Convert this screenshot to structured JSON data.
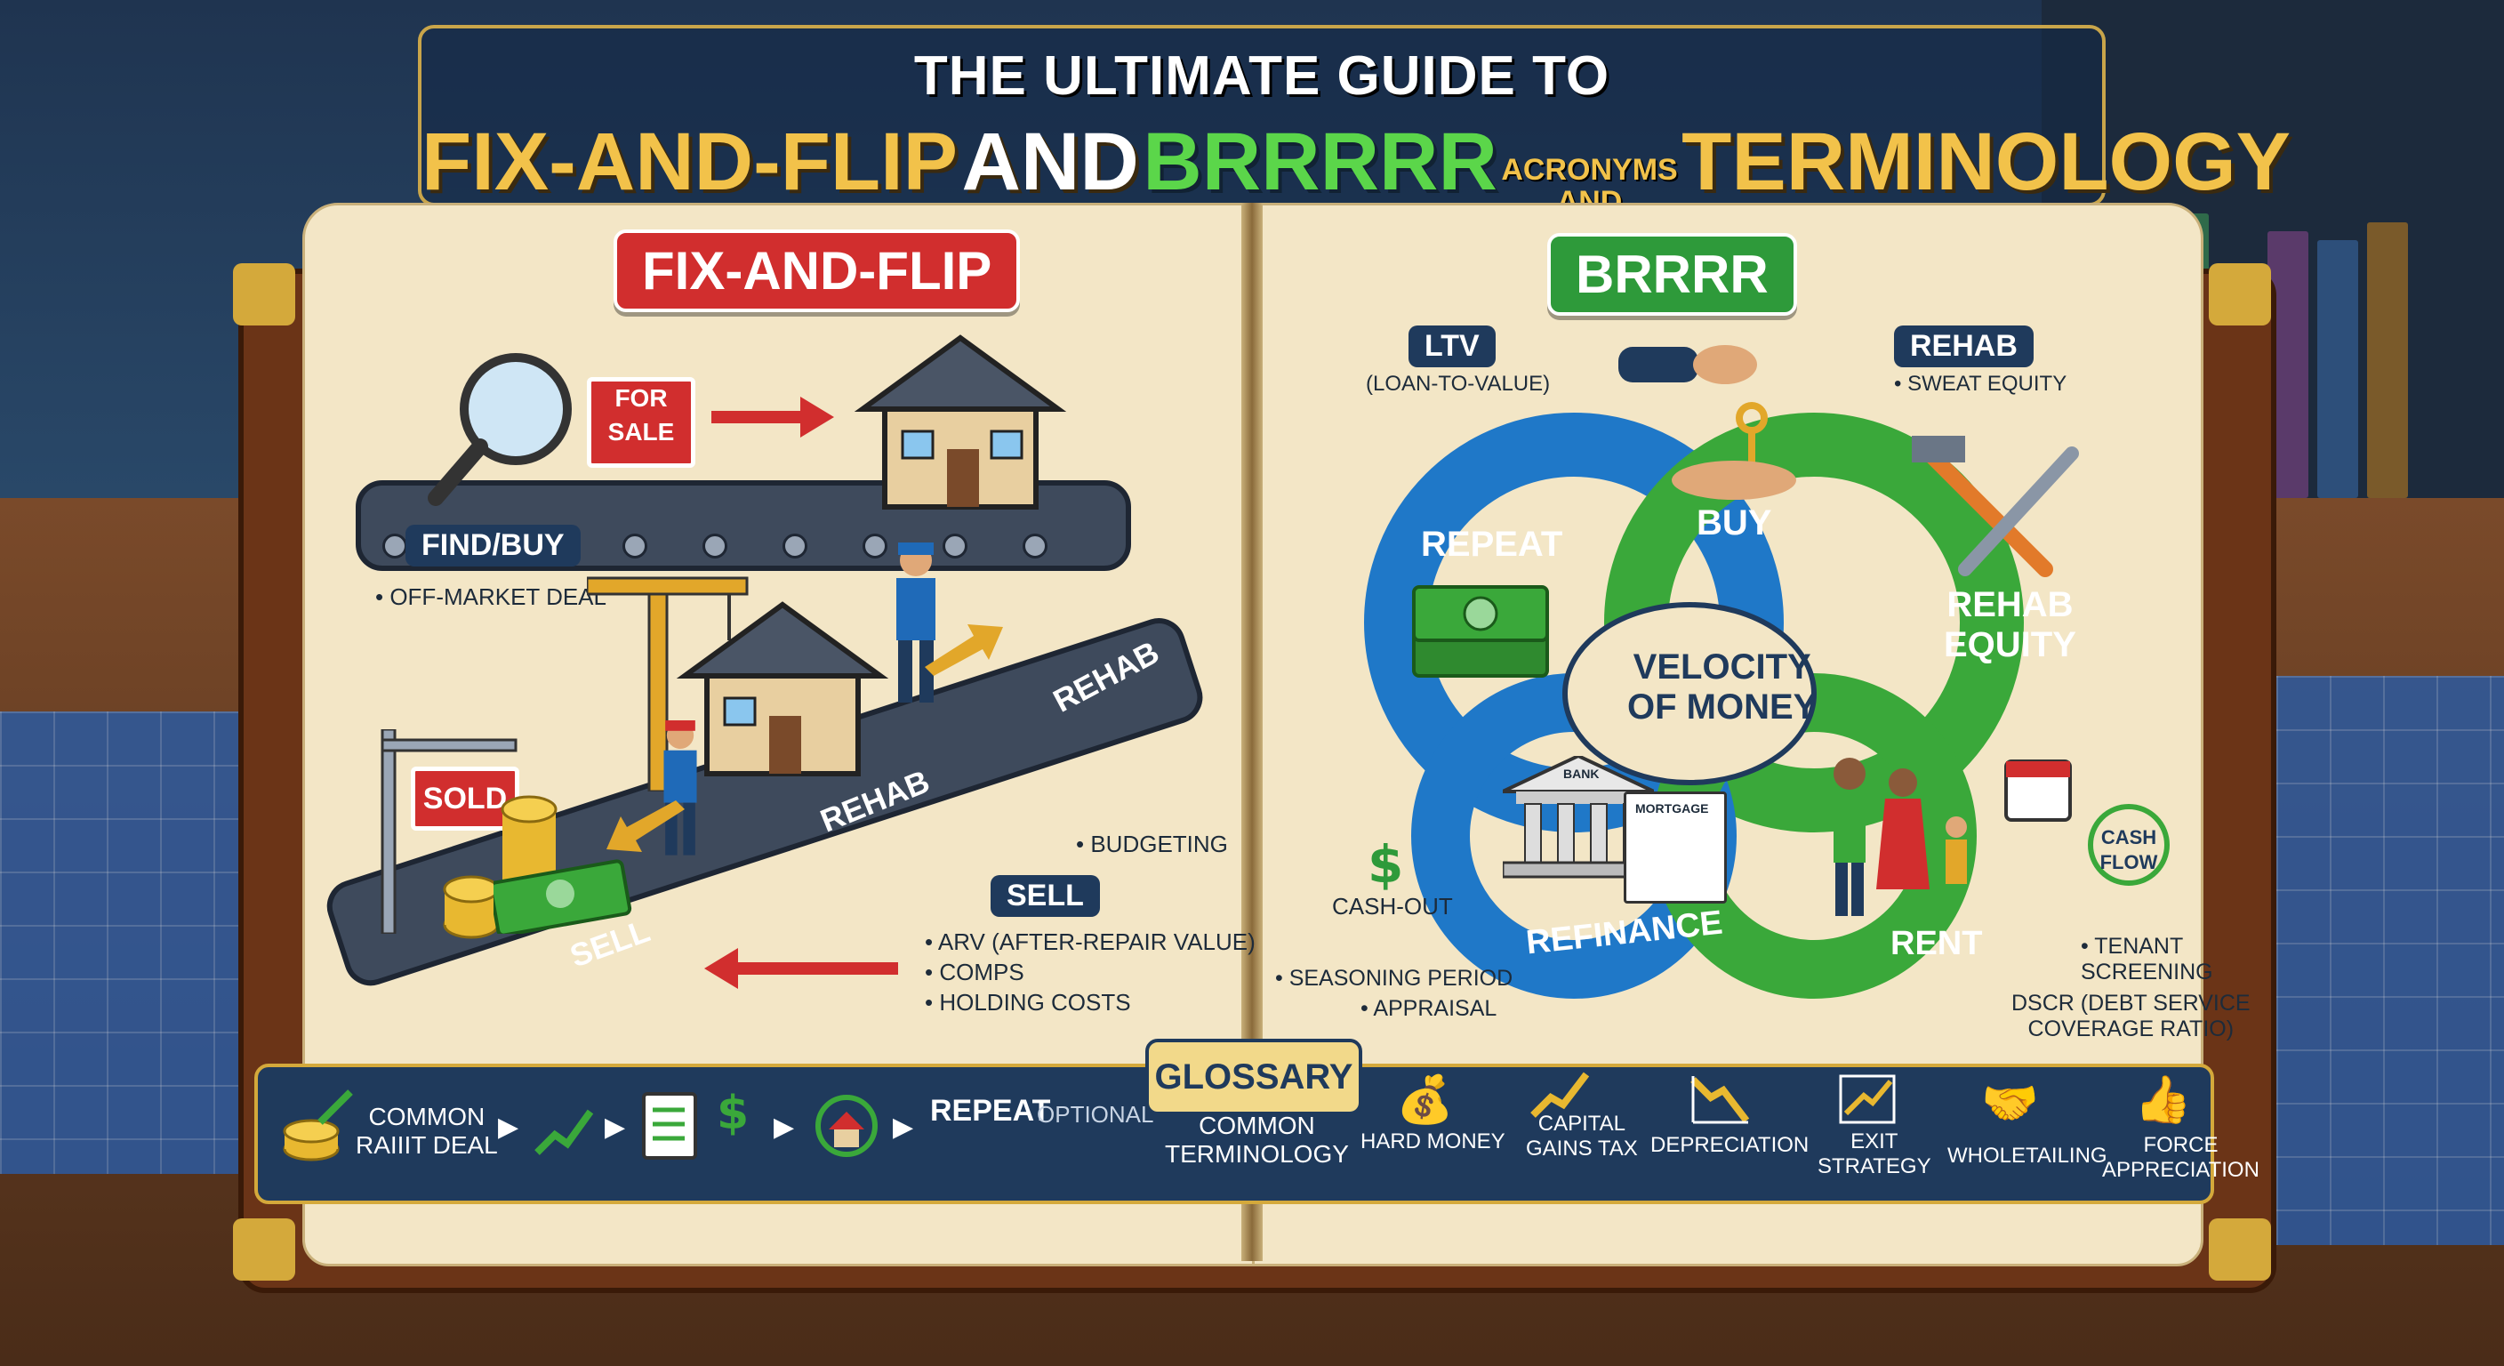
{
  "title": {
    "line1": "THE ULTIMATE GUIDE TO",
    "part1": "FIX-AND-FLIP",
    "part2": "AND",
    "part3": "BRRRRR",
    "part4a": "ACRONYMS",
    "part4b": "AND",
    "part5": "TERMINOLOGY"
  },
  "left": {
    "banner": "FIX-AND-FLIP",
    "for_sale": [
      "FOR",
      "SALE"
    ],
    "find_buy": "FIND/BUY",
    "off_market": "• OFF-MARKET DEAL",
    "rehab1": "REHAB",
    "rehab2": "REHAB",
    "sell_belt": "SELL",
    "sold": "SOLD",
    "budgeting": "• BUDGETING",
    "sell_tag": "SELL",
    "sell_items": [
      "• ARV (AFTER-REPAIR VALUE)",
      "• COMPS",
      "• HOLDING COSTS"
    ]
  },
  "right": {
    "banner": "BRRRR",
    "ltv": "LTV",
    "ltv_sub": "(LOAN-TO-VALUE)",
    "rehab_tag": "REHAB",
    "sweat": "• SWEAT EQUITY",
    "repeat": "REPEAT",
    "buy": "BUY",
    "rehab_equity": [
      "REHAB",
      "EQUITY"
    ],
    "velocity": [
      "VELOCITY",
      "OF MONEY"
    ],
    "bank": "BANK",
    "mortgage": "MORTGAGE",
    "cash_out": "CASH-OUT",
    "refinance": "REFINANCE",
    "rent": "RENT",
    "cash_flow": [
      "CASH",
      "FLOW"
    ],
    "seasoning": "• SEASONING PERIOD",
    "appraisal": "• APPRAISAL",
    "tenant": [
      "• TENANT",
      "SCREENING"
    ],
    "dscr": [
      "DSCR (DEBT SERVICE",
      "COVERAGE RATIO)"
    ]
  },
  "glossary": {
    "badge": "GLOSSARY",
    "common_deal": [
      "COMMON",
      "RAIIIT DEAL"
    ],
    "repeat": "REPEAT",
    "optional": "OPTIONAL",
    "common_terms": [
      "COMMON",
      "TERMINOLOGY"
    ],
    "terms": [
      {
        "label": [
          "HARD MONEY"
        ],
        "icon": "money-bag-icon"
      },
      {
        "label": [
          "CAPITAL",
          "GAINS TAX"
        ],
        "icon": "trend-up-icon"
      },
      {
        "label": [
          "DEPRECIATION"
        ],
        "icon": "trend-down-icon"
      },
      {
        "label": [
          "EXIT",
          "STRATEGY"
        ],
        "icon": "exit-chart-icon"
      },
      {
        "label": [
          "WHOLETAILING"
        ],
        "icon": "handshake-icon"
      },
      {
        "label": [
          "FORCE",
          "APPRECIATION"
        ],
        "icon": "thumbs-up-icon"
      }
    ]
  },
  "colors": {
    "fix_flip": "#d12e2e",
    "brrrr": "#2e9a3a",
    "loop_blue": "#1f78c8",
    "loop_green": "#3aa83a",
    "navy": "#1f3a5c",
    "gold": "#f2c24a"
  }
}
